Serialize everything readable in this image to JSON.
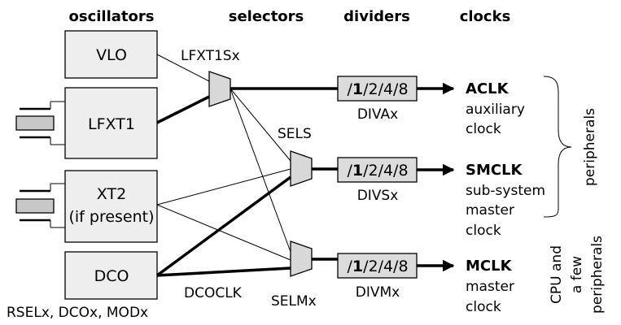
{
  "headers": {
    "oscillators": "oscillators",
    "selectors": "selectors",
    "dividers": "dividers",
    "clocks": "clocks"
  },
  "oscillators": {
    "vlo": "VLO",
    "lfxt1": "LFXT1",
    "xt2_line1": "XT2",
    "xt2_line2": "(if present)",
    "dco": "DCO",
    "dco_settings": "RSELx, DCOx, MODx"
  },
  "selectors": {
    "lfxt1sx": "LFXT1Sx",
    "sels": "SELS",
    "selmx": "SELMx",
    "dcoclk": "DCOCLK"
  },
  "dividers": {
    "aclk_div": {
      "prefix": "/",
      "bold": "1",
      "rest": "/2/4/8",
      "label": "DIVAx"
    },
    "smclk_div": {
      "prefix": "/",
      "bold": "1",
      "rest": "/2/4/8",
      "label": "DIVSx"
    },
    "mclk_div": {
      "prefix": "/",
      "bold": "1",
      "rest": "/2/4/8",
      "label": "DIVMx"
    }
  },
  "clocks": {
    "aclk": {
      "name": "ACLK",
      "desc1": "auxiliary",
      "desc2": "clock"
    },
    "smclk": {
      "name": "SMCLK",
      "desc1": "sub-system",
      "desc2": "master",
      "desc3": "clock"
    },
    "mclk": {
      "name": "MCLK",
      "desc1": "master",
      "desc2": "clock"
    }
  },
  "destinations": {
    "peripherals": "peripherals",
    "cpu_line1": "CPU and",
    "cpu_line2": "a few",
    "cpu_line3": "peripherals"
  }
}
